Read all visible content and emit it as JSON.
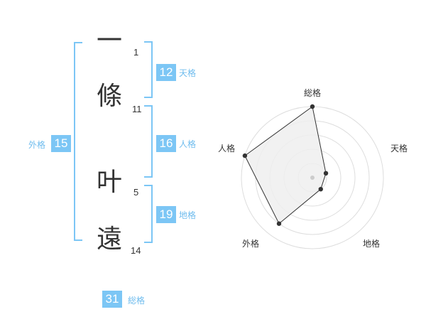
{
  "name": {
    "characters": [
      {
        "char": "一",
        "strokes": "1"
      },
      {
        "char": "條",
        "strokes": "11"
      },
      {
        "char": "叶",
        "strokes": "5"
      },
      {
        "char": "遠",
        "strokes": "14"
      }
    ]
  },
  "fortune": {
    "tenkaku": {
      "value": "12",
      "label": "天格"
    },
    "jinkaku": {
      "value": "16",
      "label": "人格"
    },
    "chikaku": {
      "value": "19",
      "label": "地格"
    },
    "gaikaku": {
      "value": "15",
      "label": "外格"
    },
    "soukaku": {
      "value": "31",
      "label": "総格"
    }
  },
  "colors": {
    "accent": "#7cc6f5",
    "accent_text": "#6fbcee",
    "ink": "#333333",
    "radar_fill": "#efefef",
    "grid": "#dddddd"
  },
  "chart_data": {
    "type": "radar",
    "axes": [
      "総格",
      "天格",
      "地格",
      "外格",
      "人格"
    ],
    "values": [
      5,
      1,
      1,
      4,
      5
    ],
    "range": [
      0,
      5
    ],
    "rings": 5
  }
}
